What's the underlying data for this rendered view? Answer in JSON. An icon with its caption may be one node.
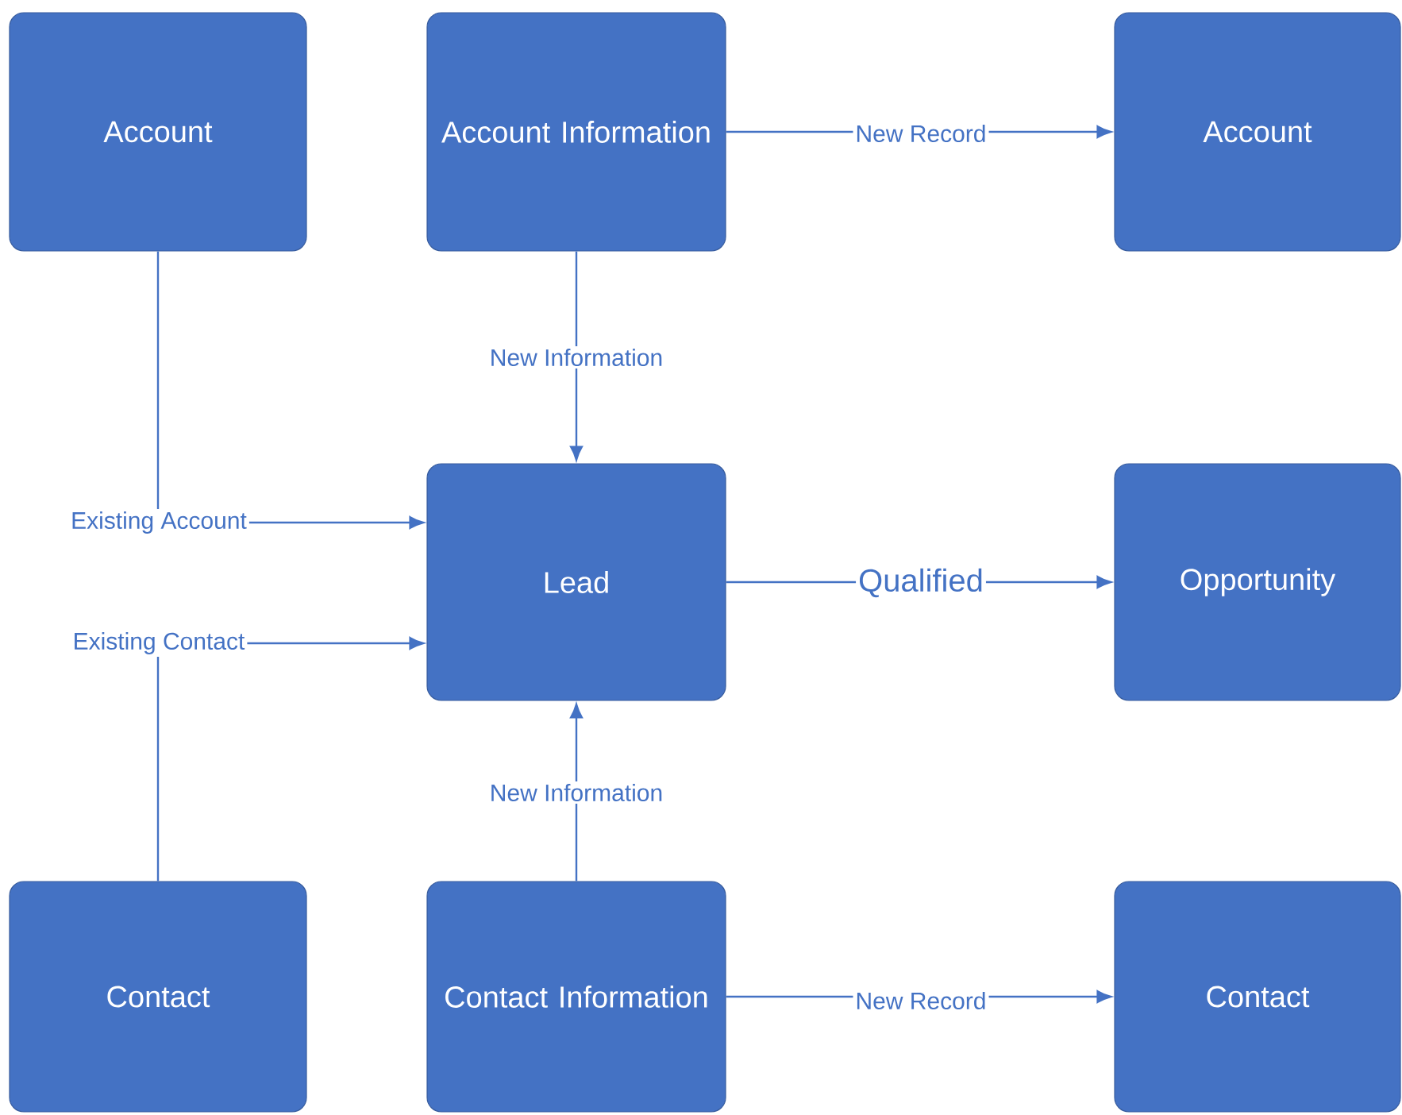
{
  "diagram": {
    "nodes": [
      {
        "text": [
          "Account"
        ]
      },
      {
        "text": [
          "Account Information"
        ]
      },
      {
        "text": [
          "Account"
        ]
      },
      {
        "text": [
          "Lead"
        ]
      },
      {
        "text": [
          "Opportunity"
        ]
      },
      {
        "text": [
          "Contact"
        ]
      },
      {
        "text": [
          "Contact Information"
        ]
      },
      {
        "text": [
          "Contact"
        ]
      }
    ],
    "edges": [
      {
        "from": 1,
        "to": 2,
        "arrow": "to",
        "label": "New Record"
      },
      {
        "from": 1,
        "to": 3,
        "arrow": "to",
        "label": "New Information"
      },
      {
        "from": 0,
        "to": 3,
        "arrow": "to",
        "label": "Existing Account"
      },
      {
        "from": 5,
        "to": 3,
        "arrow": "to",
        "label": "Existing Contact"
      },
      {
        "from": 3,
        "to": 4,
        "arrow": "to",
        "label": "Qualified"
      },
      {
        "from": 6,
        "to": 3,
        "arrow": "to",
        "label": "New Information"
      },
      {
        "from": 6,
        "to": 7,
        "arrow": "to",
        "label": "New Record"
      }
    ]
  }
}
